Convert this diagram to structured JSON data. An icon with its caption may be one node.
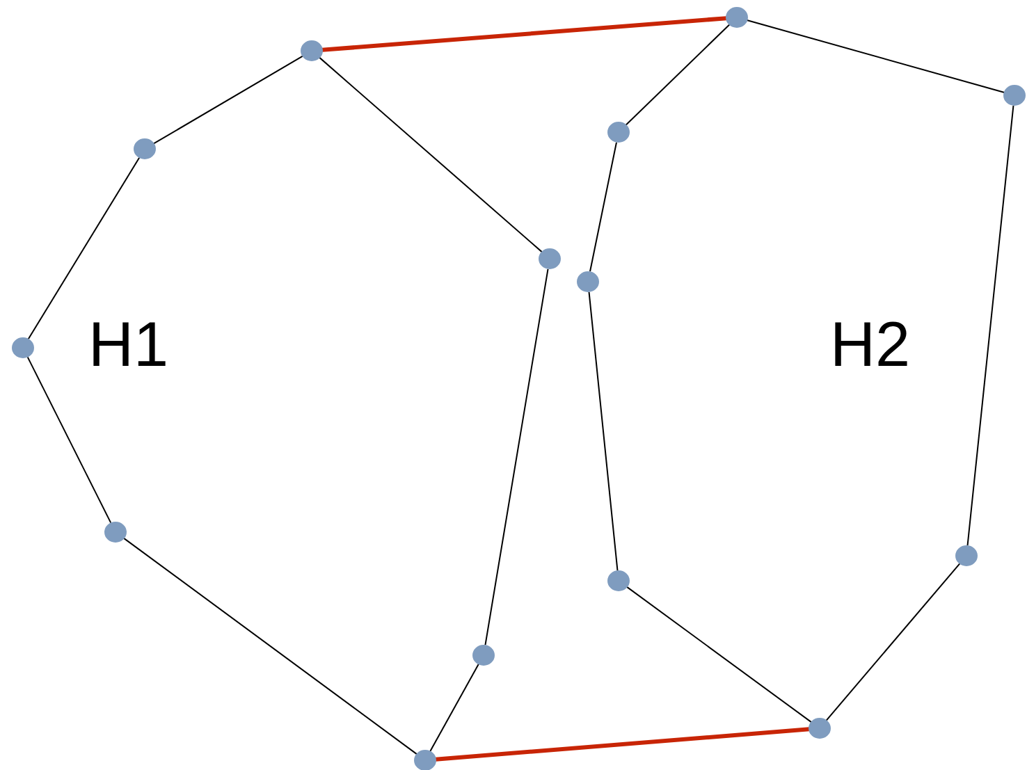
{
  "diagram": {
    "nodes": [
      {
        "text": [],
        "shape": "circle"
      },
      {
        "text": [],
        "shape": "circle"
      },
      {
        "text": [],
        "shape": "circle"
      },
      {
        "text": [],
        "shape": "circle"
      },
      {
        "text": [],
        "shape": "circle"
      },
      {
        "text": [],
        "shape": "circle"
      },
      {
        "text": [],
        "shape": "circle"
      },
      {
        "text": [],
        "shape": "circle"
      },
      {
        "text": [],
        "shape": "circle"
      },
      {
        "text": [],
        "shape": "circle"
      },
      {
        "text": [],
        "shape": "circle"
      },
      {
        "text": [],
        "shape": "circle"
      },
      {
        "text": [],
        "shape": "circle"
      },
      {
        "text": [],
        "shape": "circle"
      }
    ],
    "edges": [
      {
        "from": 3,
        "to": 2,
        "arrow": "none"
      },
      {
        "from": 2,
        "to": 0,
        "arrow": "none"
      },
      {
        "from": 0,
        "to": 1,
        "arrow": "none"
      },
      {
        "from": 1,
        "to": 4,
        "arrow": "none"
      },
      {
        "from": 4,
        "to": 5,
        "arrow": "none"
      },
      {
        "from": 5,
        "to": 6,
        "arrow": "none"
      },
      {
        "from": 6,
        "to": 3,
        "arrow": "none"
      },
      {
        "from": 10,
        "to": 8,
        "arrow": "none"
      },
      {
        "from": 8,
        "to": 7,
        "arrow": "none"
      },
      {
        "from": 7,
        "to": 9,
        "arrow": "none"
      },
      {
        "from": 9,
        "to": 11,
        "arrow": "none"
      },
      {
        "from": 11,
        "to": 12,
        "arrow": "none"
      },
      {
        "from": 12,
        "to": 13,
        "arrow": "none"
      },
      {
        "from": 13,
        "to": 10,
        "arrow": "none"
      },
      {
        "from": 3,
        "to": 10,
        "arrow": "none",
        "style": "thick",
        "color": "#c82506"
      },
      {
        "from": 4,
        "to": 11,
        "arrow": "none",
        "style": "thick",
        "color": "#c82506"
      }
    ],
    "labels": [
      "H1",
      "H2"
    ]
  }
}
